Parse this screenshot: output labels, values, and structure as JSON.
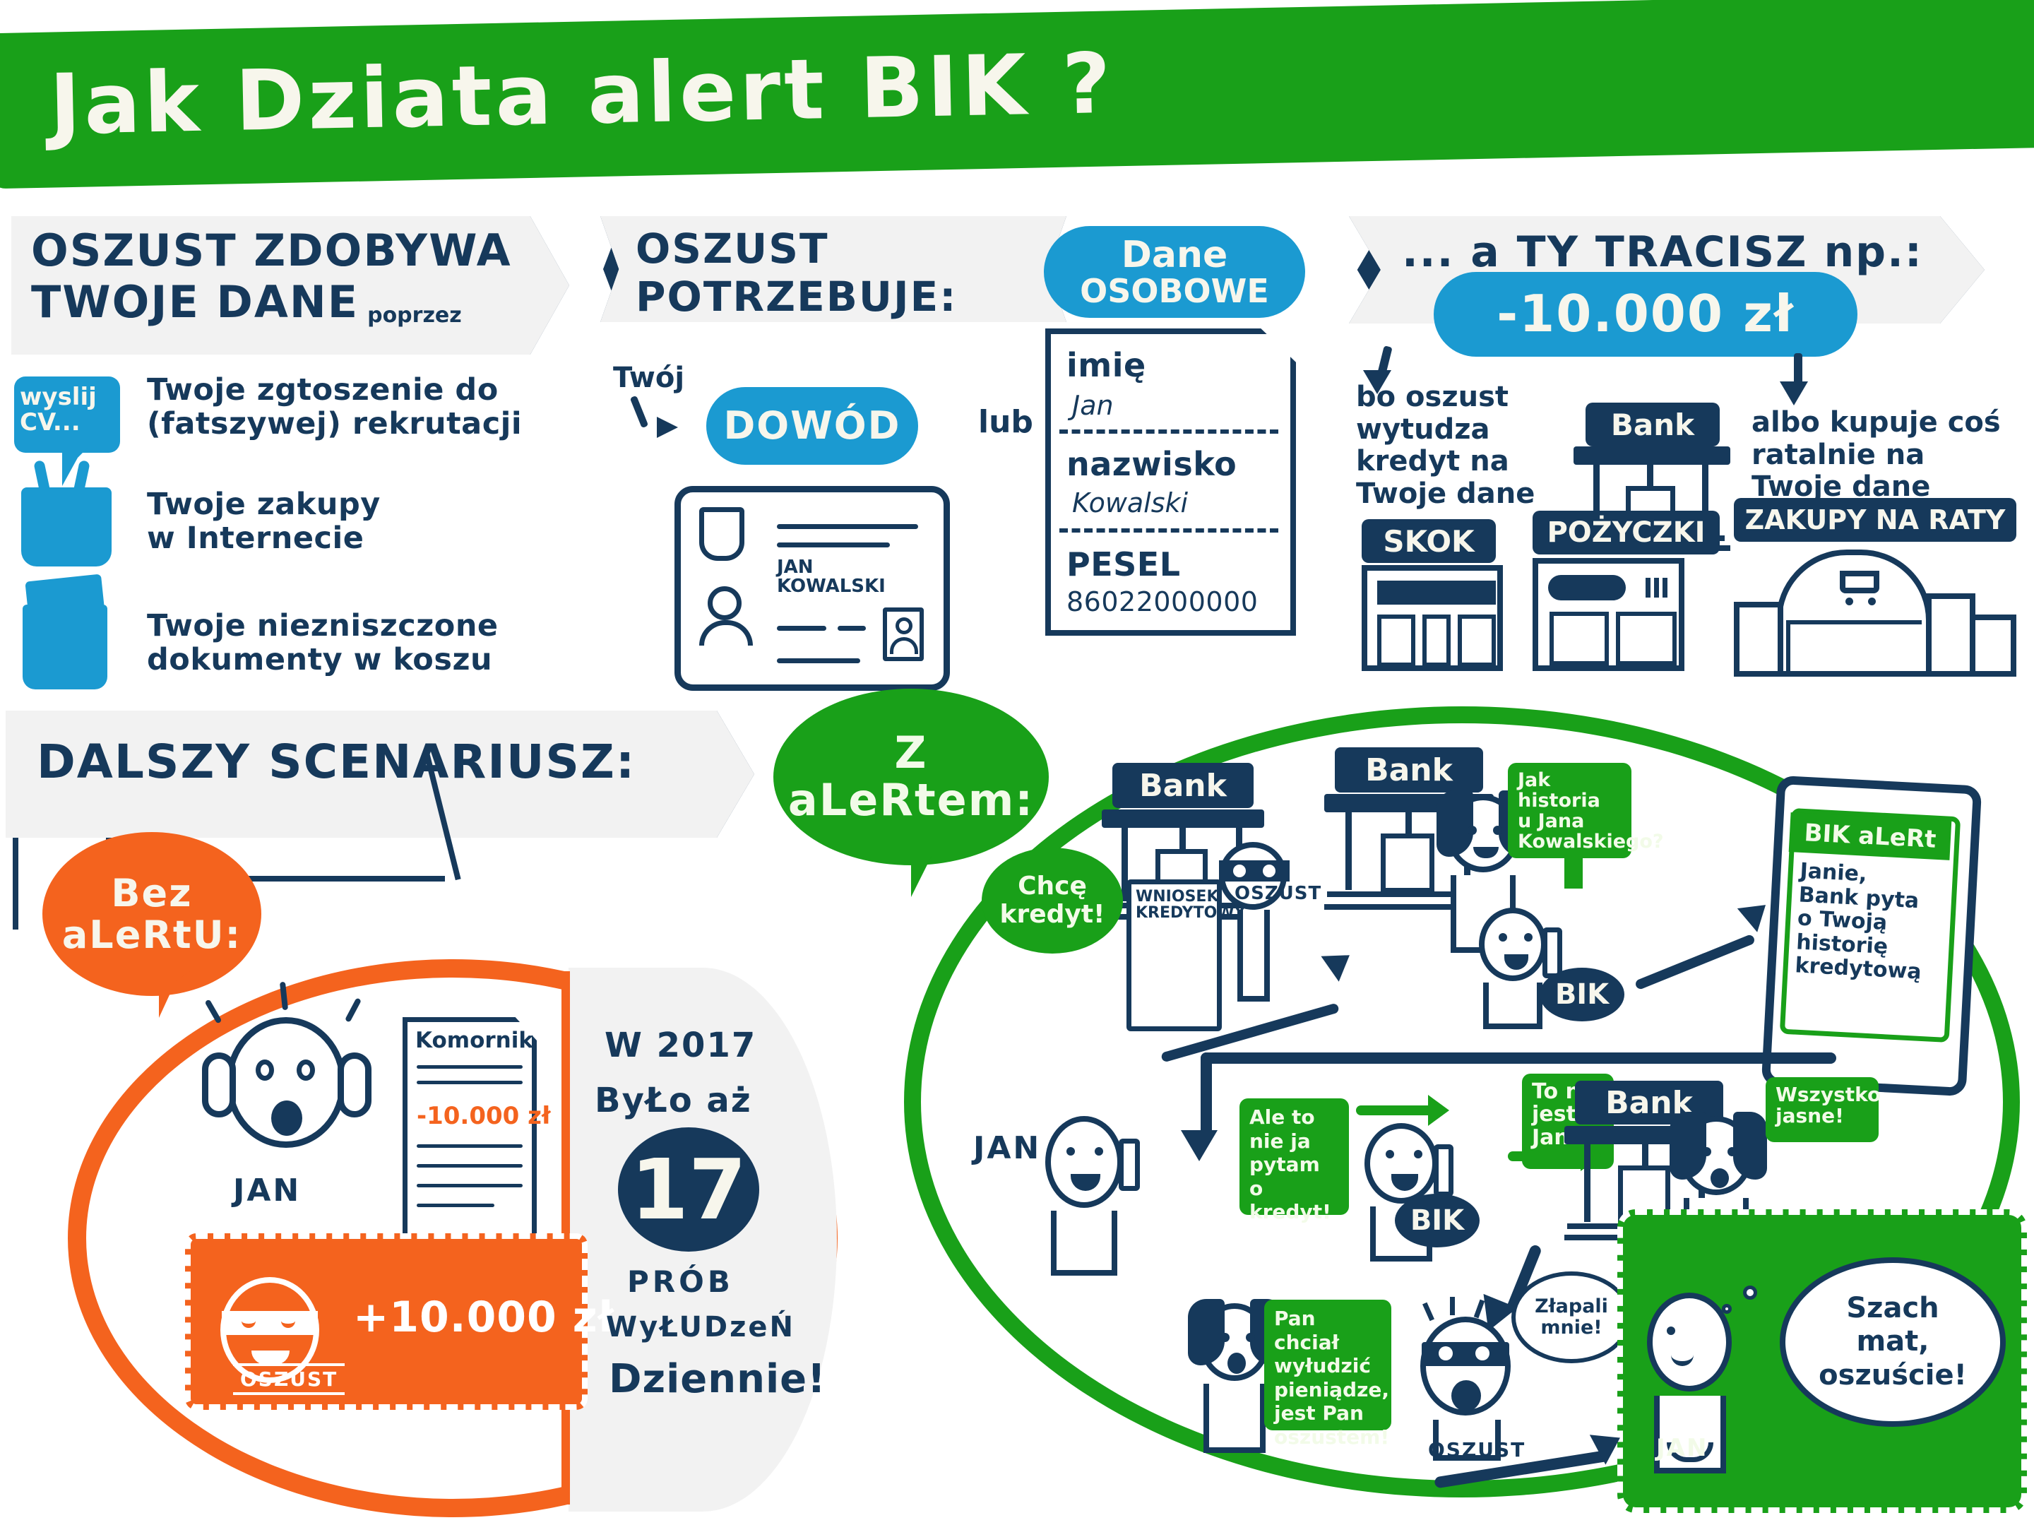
{
  "colors": {
    "green": "#19a019",
    "blue": "#1b9ad1",
    "orange": "#f4631e",
    "navy": "#16395b",
    "cream": "#f7f6ec",
    "panel_grey": "#f2f2f2"
  },
  "title": "Jak Dziata alert BIK ?",
  "section1": {
    "header_line1": "OSZUST ZDOBYWA",
    "header_line2": "TWOJE DANE",
    "header_small": "poprzez",
    "items": [
      {
        "icon": "speech-bubble-icon",
        "icon_label_line1": "wyslij",
        "icon_label_line2": "CV...",
        "text_line1": "Twoje zgtoszenie do",
        "text_line2": "(fatszywej) rekrutacji"
      },
      {
        "icon": "shopping-bag-icon",
        "text_line1": "Twoje zakupy",
        "text_line2": "w Internecie"
      },
      {
        "icon": "trash-bin-icon",
        "text_line1": "Twoje niezniszczone",
        "text_line2": "dokumenty w koszu"
      }
    ]
  },
  "section2": {
    "header_line1": "OSZUST",
    "header_line2": "POTRZEBUJE:",
    "badge_dane_line1": "Dane",
    "badge_dane_line2": "OSOBOWE",
    "label_twoj": "Twój",
    "badge_dowod": "DOWÓD",
    "label_lub": "lub",
    "id_card": {
      "name_line1": "JAN",
      "name_line2": "KOWALSKI"
    },
    "document": {
      "field1_label": "imię",
      "field1_value": "Jan",
      "field2_label": "nazwisko",
      "field2_value": "Kowalski",
      "field3_label": "PESEL",
      "field3_value": "86022000000"
    }
  },
  "section3": {
    "header": "... a TY TRACISZ np.:",
    "amount_badge": "-10.000 zł",
    "caption_left": "bo oszust wytudza kredyt na Twoje dane",
    "caption_right": "albo kupuje coś ratalnie na Twoje dane",
    "badges": [
      {
        "label": "Bank",
        "icon": "bank-building-icon"
      },
      {
        "label": "SKOK",
        "icon": "skok-building-icon"
      },
      {
        "label": "POŻYCZKI",
        "icon": "loan-shop-icon"
      },
      {
        "label": "ZAKUPY NA RATY",
        "icon": "shopping-mall-icon"
      }
    ]
  },
  "section4": {
    "header": "DALSZY SCENARIUSZ:",
    "bubble_without_alert_line1": "Bez",
    "bubble_without_alert_line2": "aLeRtU:",
    "bubble_with_alert_line1": "Z",
    "bubble_with_alert_line2": "aLeRtem:"
  },
  "without_alert": {
    "person_label": "JAN",
    "document_label": "Komornik",
    "document_amount": "-10.000 zł",
    "fraudster_card_amount": "+10.000 zł",
    "fraudster_tag": "OSZUST",
    "stat_line1": "W 2017",
    "stat_line2": "ByŁo aż",
    "stat_number": "17",
    "stat_line3": "PRÓB",
    "stat_line4": "WyŁUDzeŃ",
    "stat_line5": "Dziennie!"
  },
  "with_alert": {
    "row1": {
      "bank_label_1": "Bank",
      "bank_label_2": "Bank",
      "fraudster_bubble": "Chcę kredyt!",
      "application_doc_line1": "WNIOSEK",
      "application_doc_line2": "KREDYTOWY",
      "fraudster_tag": "OSZUST",
      "teller_bubble_line1": "Jak",
      "teller_bubble_line2": "historia",
      "teller_bubble_line3": "u Jana",
      "teller_bubble_line4": "Kowalskiego?",
      "bik_chip": "BIK"
    },
    "phone": {
      "header": "BIK aLeRt",
      "message_line1": "Janie,",
      "message_line2": "Bank pyta",
      "message_line3": "o Twoją",
      "message_line4": "historię",
      "message_line5": "kredytową"
    },
    "row2": {
      "jan_label": "JAN",
      "jan_bubble": "Ale to nie ja pytam o kredyt!",
      "bik_chip": "BIK",
      "bik_bubble_line1": "To nie",
      "bik_bubble_line2": "jest",
      "bik_bubble_line3": "Jan!",
      "bank_label": "Bank",
      "teller_bubble_line1": "Wszystko",
      "teller_bubble_line2": "jasne!"
    },
    "row3": {
      "teller_bubble": "Pan chciał wyłudzić pieniądze, jest Pan oszustem!",
      "fraudster_thought_line1": "Złapali",
      "fraudster_thought_line2": "mnie!",
      "fraudster_tag": "OSZUST",
      "jan_label": "JAN",
      "jan_thought_line1": "Szach",
      "jan_thought_line2": "mat,",
      "jan_thought_line3": "oszuście!"
    }
  }
}
